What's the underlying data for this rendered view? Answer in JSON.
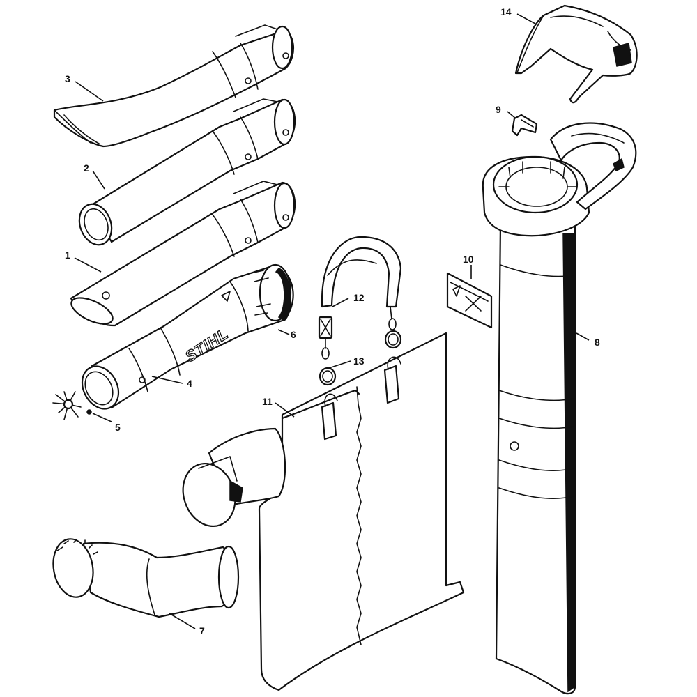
{
  "brand_text": "STIHL",
  "callouts": {
    "p1": "1",
    "p2": "2",
    "p3": "3",
    "p4": "4",
    "p5": "5",
    "p6": "6",
    "p7": "7",
    "p8": "8",
    "p9": "9",
    "p10": "10",
    "p11": "11",
    "p12": "12",
    "p13": "13",
    "p14": "14"
  },
  "colors": {
    "line": "#111111",
    "background": "#ffffff"
  }
}
